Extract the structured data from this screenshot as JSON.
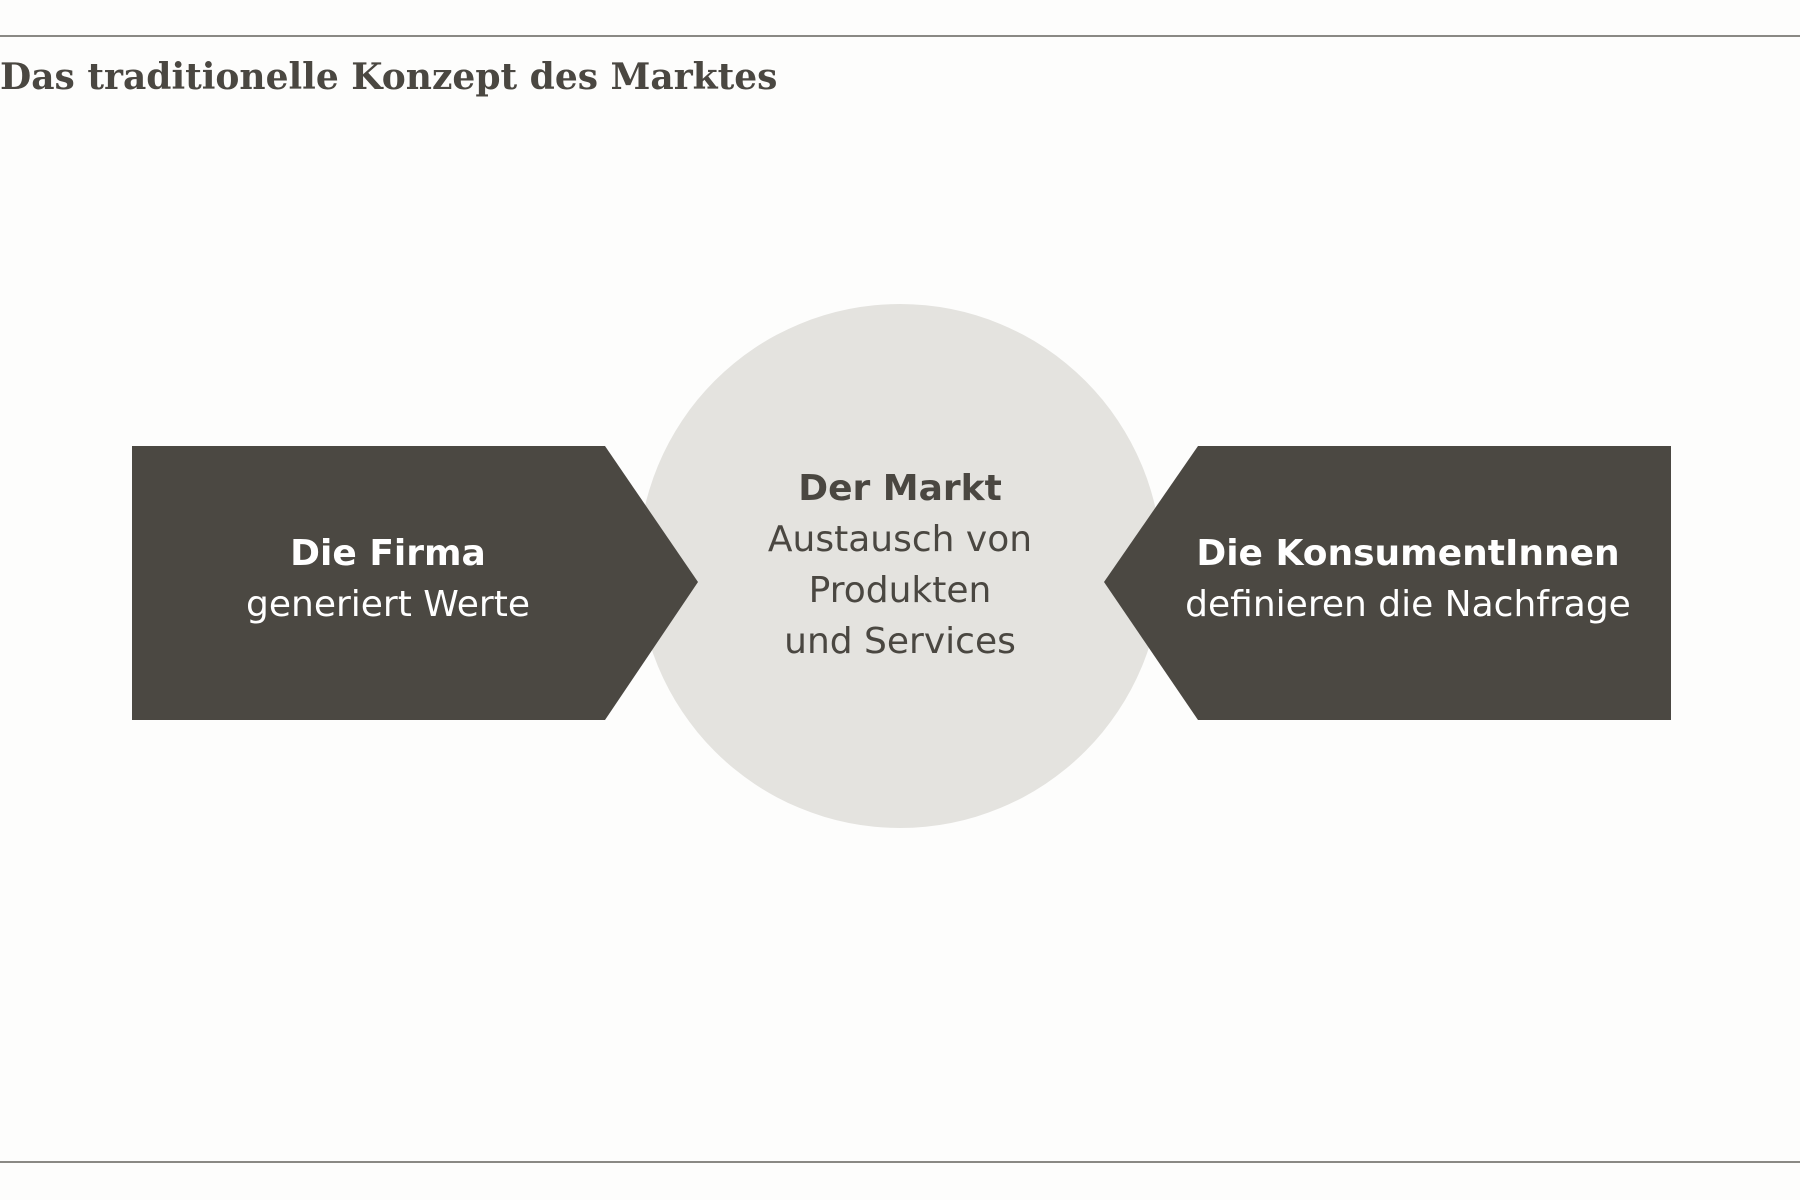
{
  "title": "Das traditionelle Konzept des Marktes",
  "colors": {
    "dark_block": "#4b4842",
    "circle": "#e4e3df",
    "text_dark": "#4a4741",
    "text_light": "#ffffff",
    "background": "#fdfdfc"
  },
  "left_block": {
    "heading": "Die Firma",
    "text": "generiert Werte"
  },
  "center_circle": {
    "heading": "Der Markt",
    "lines": [
      "Austausch von",
      "Produkten",
      "und Services"
    ]
  },
  "right_block": {
    "heading": "Die KonsumentInnen",
    "text": "definieren die Nachfrage"
  }
}
